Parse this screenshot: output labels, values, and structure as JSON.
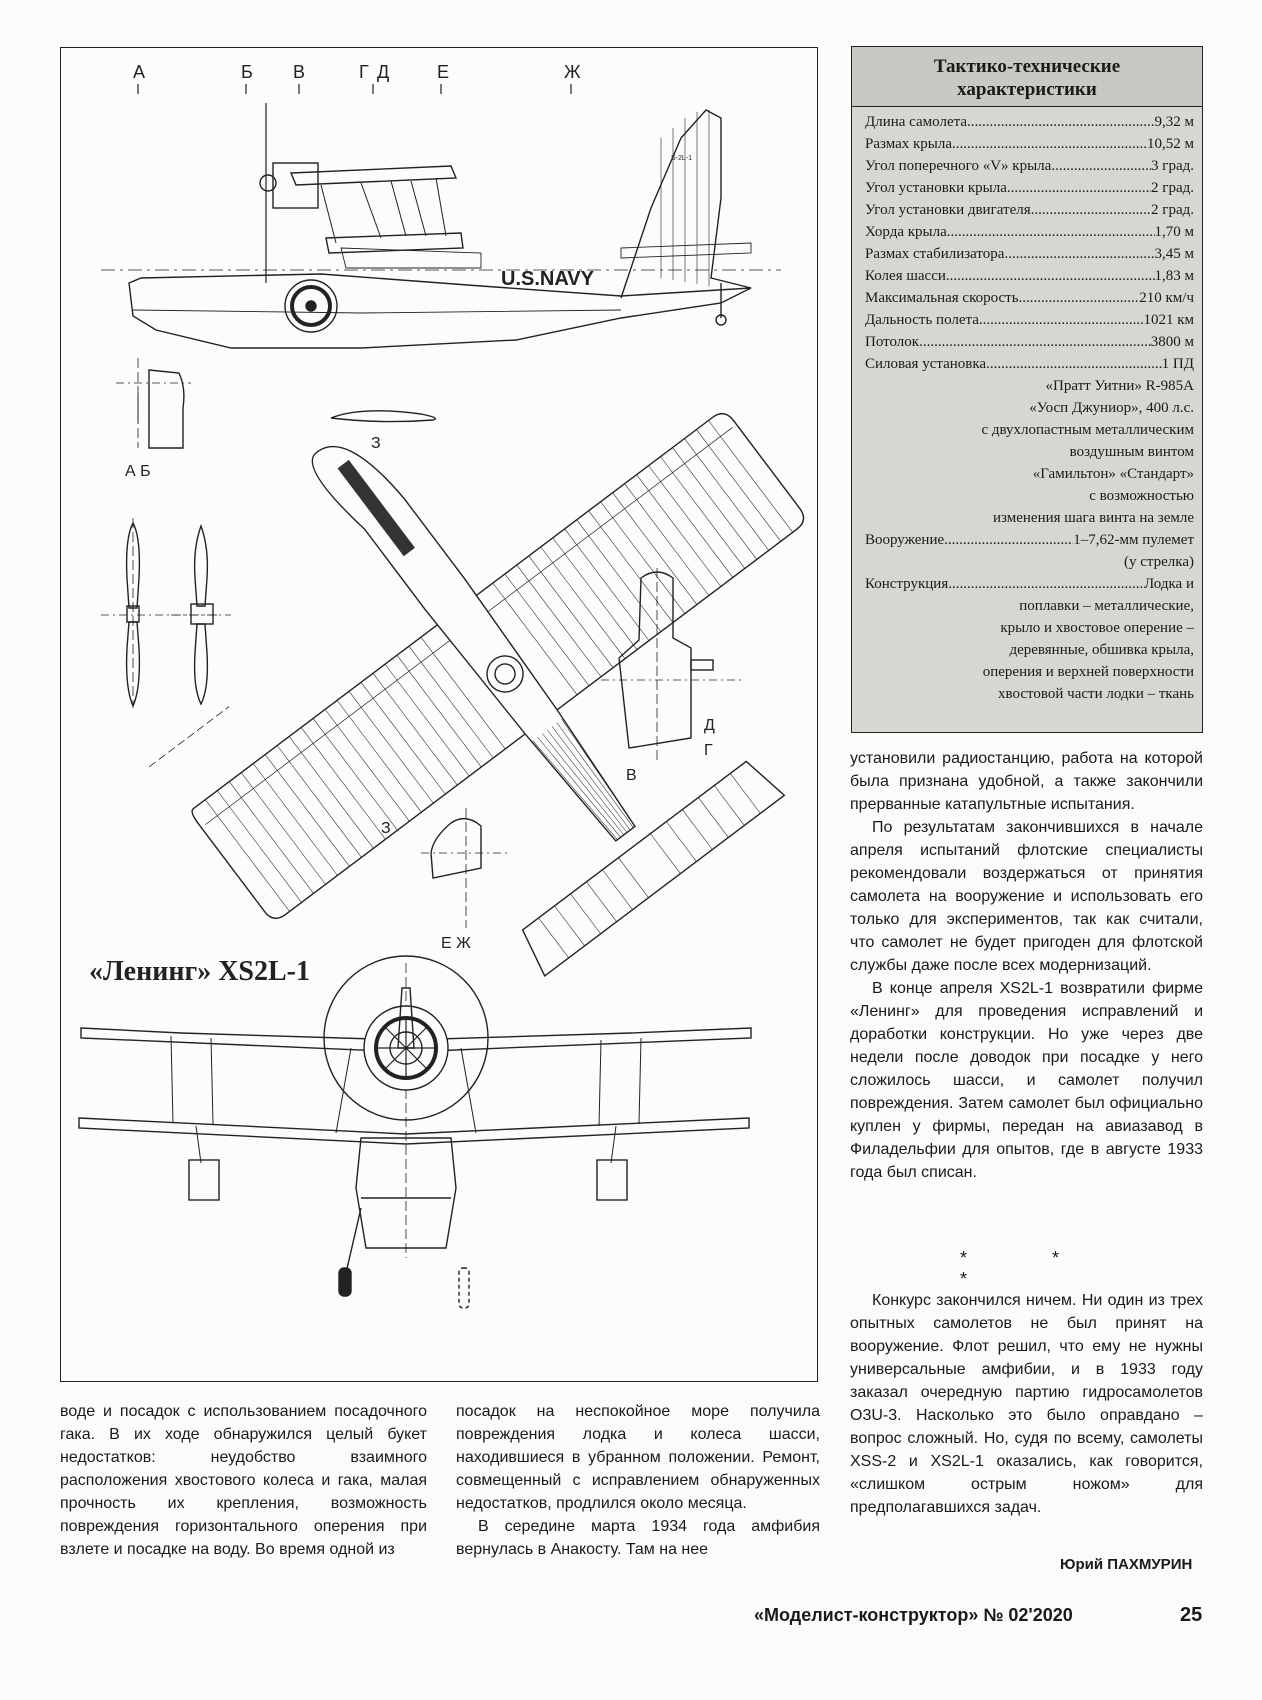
{
  "drawing": {
    "title": "«Ленинг» XS2L-1",
    "hull_marking": "U.S.NAVY",
    "tail_marking": "S-2L-1",
    "section_letters": [
      "А",
      "Б",
      "В",
      "Г",
      "Д",
      "Е",
      "Ж"
    ],
    "label_z": "З",
    "label_ab": "А  Б",
    "label_ezh": "Е  Ж",
    "label_v": "В",
    "label_d": "Д",
    "label_g": "Г"
  },
  "specs": {
    "title_line1": "Тактико-технические",
    "title_line2": "характеристики",
    "rows": [
      {
        "label": "Длина самолета",
        "value": "9,32 м"
      },
      {
        "label": "Размах крыла",
        "value": "10,52 м"
      },
      {
        "label": "Угол поперечного «V» крыла",
        "value": "3 град."
      },
      {
        "label": "Угол установки крыла",
        "value": "2 град."
      },
      {
        "label": "Угол установки двигателя",
        "value": "2 град."
      },
      {
        "label": "Хорда крыла",
        "value": "1,70 м"
      },
      {
        "label": "Размах стабилизатора",
        "value": "3,45 м"
      },
      {
        "label": "Колея шасси",
        "value": "1,83 м"
      },
      {
        "label": "Максимальная скорость",
        "value": "210 км/ч"
      },
      {
        "label": "Дальность полета",
        "value": "1021 км"
      },
      {
        "label": "Потолок",
        "value": "3800 м"
      },
      {
        "label": "Силовая установка",
        "value": "1 ПД"
      }
    ],
    "engine_cont": [
      "«Пратт Уитни» R-985A",
      "«Уосп Джуниор», 400 л.с.",
      "с двухлопастным металлическим",
      "воздушным винтом",
      "«Гамильтон» «Стандарт»",
      "с возможностью",
      "изменения шага винта на земле"
    ],
    "armament_label": "Вооружение",
    "armament_value": "1–7,62-мм пулемет",
    "armament_cont": "(у стрелка)",
    "construction_label": "Конструкция",
    "construction_value": "Лодка и",
    "construction_cont": [
      "поплавки – металлические,",
      "крыло и хвостовое оперение –",
      "деревянные, обшивка крыла,",
      "оперения и верхней поверхности",
      "хвостовой части лодки – ткань"
    ]
  },
  "right_column": {
    "p1": "установили радиостанцию, работа на которой была признана удобной, а также закончили прерванные катапультные испытания.",
    "p2": "По результатам закончившихся в начале апреля испытаний флотские специалисты рекомендовали воздержаться от принятия самолета на вооружение и использовать его только для экспериментов, так как считали, что самолет не будет пригоден для флотской службы даже после всех модернизаций.",
    "p3": "В конце апреля XS2L-1 возвратили фирме «Ленинг» для проведения исправлений и доработки конструкции. Но уже через две недели после доводок при посадке у него сложилось шасси, и самолет получил повреждения. Затем самолет был официально куплен у фирмы, передан на авиазавод в Филадельфии для опытов, где в августе 1933 года был списан.",
    "stars": "* * *",
    "p4": "Конкурс закончился ничем. Ни один из трех опытных самолетов не был принят на вооружение. Флот решил, что ему не нужны универсальные амфибии, и в 1933 году заказал очередную партию гидросамолетов O3U-3. Насколько это было оправдано – вопрос сложный. Но, судя по всему, самолеты XSS-2 и XS2L-1 оказались, как говорится, «слишком острым ножом» для предполагавшихся задач.",
    "author": "Юрий ПАХМУРИН"
  },
  "bottom_left": {
    "p1": "воде и посадок с использованием посадочного гака. В их ходе обнаружился целый букет недостатков: неудобство взаимного расположения хвостового колеса и гака, малая прочность их крепления, возможность повреждения горизонтального оперения при взлете и посадке на воду. Во время одной из"
  },
  "bottom_mid": {
    "p1": "посадок на неспокойное море получила повреждения лодка и колеса шасси, находившиеся в убранном положении. Ремонт, совмещенный с исправлением обнаруженных недостатков, продлился около месяца.",
    "p2": "В середине марта 1934 года амфибия вернулась в Анакосту. Там на нее"
  },
  "footer": {
    "magazine": "«Моделист-конструктор» № 02'2020",
    "page": "25"
  }
}
